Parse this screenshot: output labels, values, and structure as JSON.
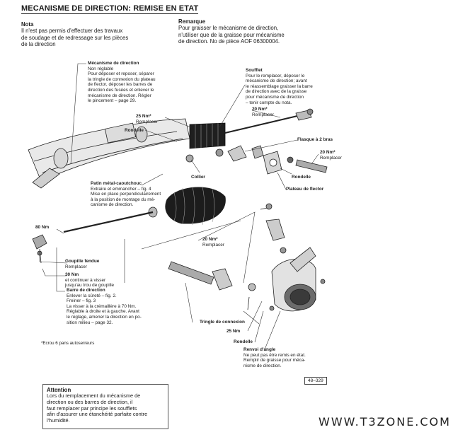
{
  "title": "MECANISME DE DIRECTION: REMISE EN ETAT",
  "nota": {
    "heading": "Nota",
    "lines": [
      "Il n'est pas permis d'effectuer des travaux",
      "de soudage et de redressage sur les pièces",
      "de la direction"
    ]
  },
  "remarque": {
    "heading": "Remarque",
    "lines": [
      "Pour graisser le mécanisme de direction,",
      "n'utiliser que de la graisse pour mécanisme",
      "de direction. No de pièce AOF 06300004."
    ]
  },
  "callouts": {
    "mecanisme": {
      "heading": "Mécanisme de direction",
      "lines": [
        "Non réglable",
        "Pour déposer et reposer, séparer",
        "la tringle de connexion du plateau",
        "de flector, déposer les barres de",
        "direction des fusées et enlever le",
        "mécanisme de direction. Régler",
        "le pincement – page 29."
      ]
    },
    "soufflet": {
      "heading": "Soufflet",
      "lines": [
        "Pour le remplacer, déposer le",
        "mécanisme de direction; avant",
        "le réassemblage graisser la barre",
        "de direction avec de la graisse",
        "pour mécanisme de direction",
        "– tenir compte du nota."
      ]
    },
    "torque_25_top": {
      "heading": "25 Nm*",
      "lines": [
        "Remplacer"
      ]
    },
    "rondelle_top": {
      "heading": "Rondelle"
    },
    "torque_20_top": {
      "heading": "20 Nm*",
      "lines": [
        "Remplacer"
      ]
    },
    "flasque": {
      "heading": "Flasque à 2 bras"
    },
    "torque_20_right": {
      "heading": "20 Nm*",
      "lines": [
        "Remplacer"
      ]
    },
    "collier": {
      "heading": "Collier"
    },
    "rondelle_right": {
      "heading": "Rondelle"
    },
    "plateau": {
      "heading": "Plateau de flector"
    },
    "patin": {
      "heading": "Patin métal-caoutchouc",
      "lines": [
        "Extraire et emmancher – fig. 4",
        "Mise en place perpendiculairement",
        "à la position de montage du mé-",
        "canisme de direction."
      ]
    },
    "torque_80": {
      "heading": "80 Nm"
    },
    "torque_20_mid": {
      "heading": "20 Nm*",
      "lines": [
        "Remplacer"
      ]
    },
    "goupille": {
      "heading": "Goupille fendue",
      "lines": [
        "Remplacer"
      ]
    },
    "torque_30": {
      "heading": "30 Nm",
      "lines": [
        "et continuer à visser",
        "jusqu'au trou de goupille"
      ]
    },
    "barre": {
      "heading": "Barre de direction",
      "lines": [
        "Enlever la sûreté – fig. 2.",
        "Freiner – fig. 3",
        "La visser à la crémaillère à 70 Nm.",
        "Réglable à droite et à gauche. Avant",
        "le réglage, amener la direction en po-",
        "sition milieu – page 32."
      ]
    },
    "tringle": {
      "heading": "Tringle de connexion"
    },
    "torque_25_bottom": {
      "heading": "25 Nm"
    },
    "rondelle_bottom": {
      "heading": "Rondelle"
    },
    "renvoi": {
      "heading": "Renvoi d'angle",
      "lines": [
        "Ne peut pas être remis en état.",
        "Remplir de graisse pour méca-",
        "nisme de direction."
      ]
    }
  },
  "footnote": "*Ecrou 6 pans autoserreurs",
  "attention": {
    "heading": "Attention",
    "lines": [
      "Lors du remplacement du mécanisme de",
      "direction ou des barres de direction, il",
      "faut remplacer par principe les soufflets",
      "afin d'assurer une étanchéité parfaite contre",
      "l'humidité."
    ]
  },
  "figure_ref": "48–329",
  "watermark": "WWW.T3ZONE.COM"
}
